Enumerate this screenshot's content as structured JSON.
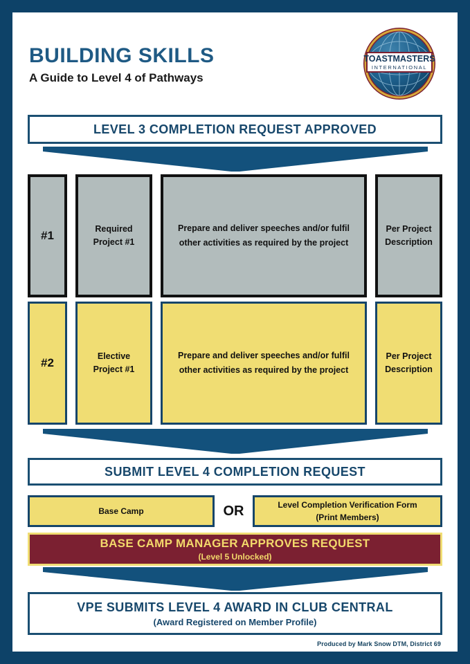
{
  "header": {
    "title": "BUILDING SKILLS",
    "subtitle": "A Guide to Level 4 of Pathways",
    "logo": {
      "name": "toastmasters-international-logo",
      "primary_text": "TOASTMASTERS",
      "secondary_text": "INTERNATIONAL"
    }
  },
  "banners": {
    "level3_approved": "LEVEL 3 COMPLETION REQUEST APPROVED",
    "submit_level4": "SUBMIT LEVEL 4 COMPLETION REQUEST",
    "vpe_submits": {
      "title": "VPE SUBMITS LEVEL 4 AWARD IN CLUB CENTRAL",
      "subtitle": "(Award Registered on Member Profile)"
    }
  },
  "project_rows": [
    {
      "number": "#1",
      "project": "Required\nProject #1",
      "project_line1": "Required",
      "project_line2": "Project #1",
      "description_line1": "Prepare and deliver speeches and/or fulfil",
      "description_line2": "other activities as required by the project",
      "evaluation_line1": "Per Project",
      "evaluation_line2": "Description",
      "style": "gray"
    },
    {
      "number": "#2",
      "project": "Elective\nProject #1",
      "project_line1": "Elective",
      "project_line2": "Project #1",
      "description_line1": "Prepare and deliver speeches and/or fulfil",
      "description_line2": "other activities as required by the project",
      "evaluation_line1": "Per Project",
      "evaluation_line2": "Description",
      "style": "yellow"
    }
  ],
  "submission_options": {
    "option_a": "Base Camp",
    "separator": "OR",
    "option_b_line1": "Level Completion Verification Form",
    "option_b_line2": "(Print Members)"
  },
  "approval": {
    "title": "BASE CAMP MANAGER APPROVES REQUEST",
    "subtitle": "(Level 5 Unlocked)"
  },
  "credit": "Produced by Mark Snow DTM, District 69",
  "colors": {
    "navy": "#0d4268",
    "navy_border": "#1b4f72",
    "gray_fill": "#b2bcbc",
    "yellow_fill": "#f0dd73",
    "maroon": "#7b2031",
    "gold_text": "#f3d96b",
    "title_blue": "#1f5a84"
  }
}
